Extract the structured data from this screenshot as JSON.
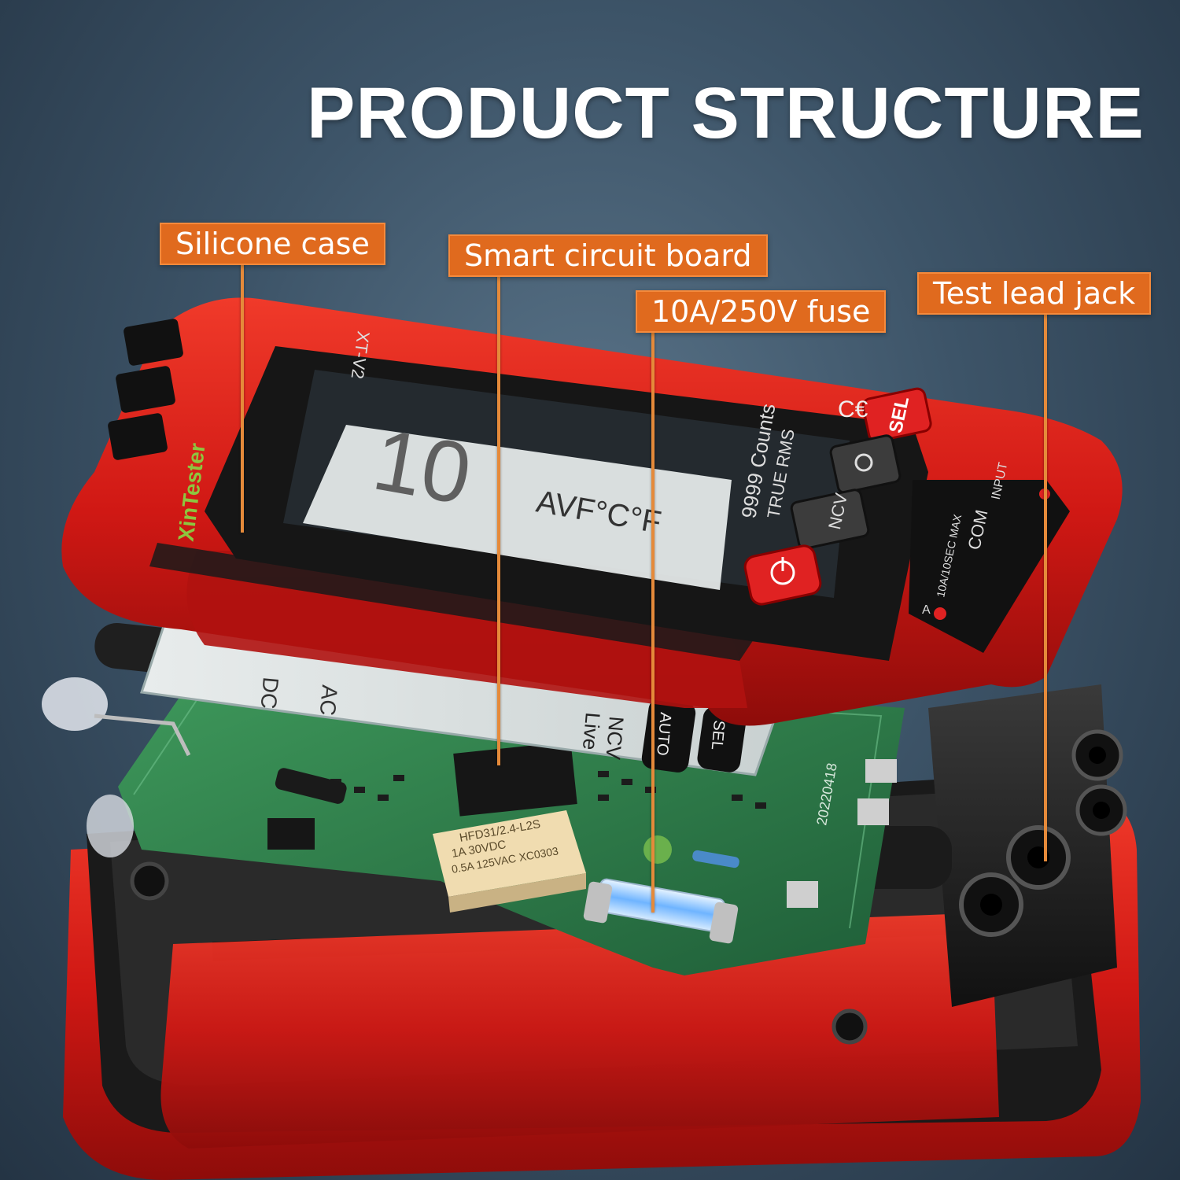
{
  "headline": "PRODUCT STRUCTURE",
  "callouts": {
    "silicone_case": "Silicone case",
    "circuit_board": "Smart circuit board",
    "fuse": "10A/250V fuse",
    "jack": "Test lead jack"
  },
  "device": {
    "model": "XT-V2",
    "brand": "XinTester",
    "counts": "9999 Counts",
    "rms": "TRUE RMS",
    "sel_button": "SEL",
    "ncv_button": "NCV",
    "lcd_units": "AVF°C°F",
    "lcd_dc": "DC",
    "lcd_ac": "AC",
    "lcd_live": "Live",
    "lcd_ncv": "NCV",
    "lcd_auto": "AUTO",
    "lcd_sel": "SEL",
    "relay_text": [
      "HFD31/2.4-L2S",
      "1A 30VDC",
      "0.5A 125VAC XC0303"
    ],
    "board_date": "20220418",
    "jack_input": "INPUT",
    "jack_com": "COM",
    "jack_max": "10A/10SEC MAX",
    "jack_a": "A"
  },
  "colors": {
    "accent": "#e06a1e",
    "case_red": "#d91a1a",
    "pcb_green": "#2e7d4a"
  }
}
